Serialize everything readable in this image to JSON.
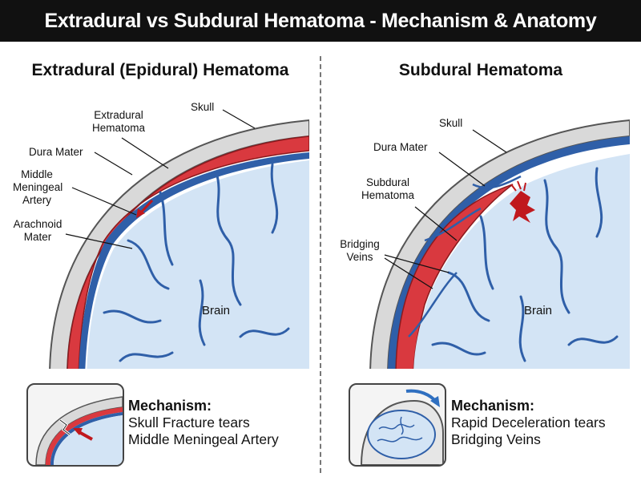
{
  "title": "Extradural vs Subdural Hematoma - Mechanism & Anatomy",
  "left_panel": {
    "title": "Extradural (Epidural) Hematoma",
    "labels": {
      "skull": "Skull",
      "hematoma": "Extradural Hematoma",
      "dura": "Dura Mater",
      "artery": "Middle Meningeal Artery",
      "arachnoid": "Arachnoid Mater",
      "brain": "Brain"
    },
    "mechanism_heading": "Mechanism:",
    "mechanism_line1": "Skull Fracture tears",
    "mechanism_line2": "Middle Meningeal Artery"
  },
  "right_panel": {
    "title": "Subdural Hematoma",
    "labels": {
      "skull": "Skull",
      "dura": "Dura Mater",
      "hematoma": "Subdural Hematoma",
      "veins": "Bridging Veins",
      "brain": "Brain"
    },
    "mechanism_heading": "Mechanism:",
    "mechanism_line1": "Rapid Deceleration tears",
    "mechanism_line2": "Bridging Veins"
  },
  "colors": {
    "skull": "#d9d9d9",
    "dura": "#2f5fa8",
    "blood": "#d9393f",
    "brain": "#d3e4f5",
    "sulci": "#2f5fa8"
  }
}
